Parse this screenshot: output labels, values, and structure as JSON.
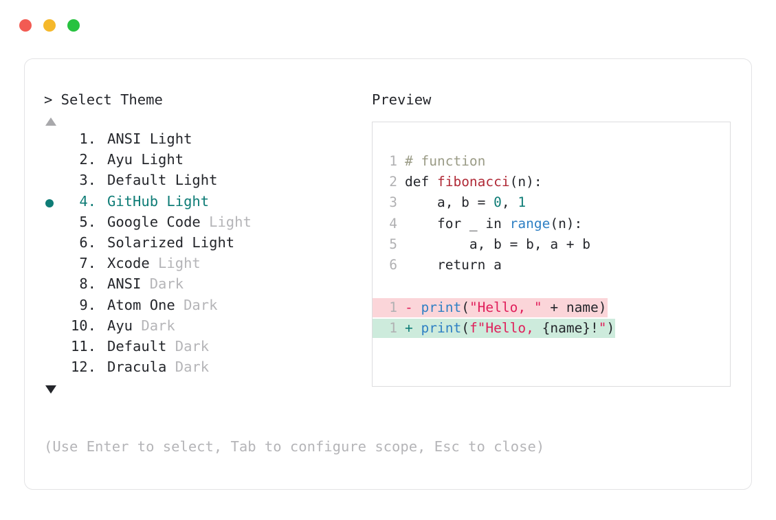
{
  "window": {
    "dots": [
      {
        "name": "close-dot",
        "color": "#f25b53"
      },
      {
        "name": "minimize-dot",
        "color": "#f5b82b"
      },
      {
        "name": "maximize-dot",
        "color": "#27c23f"
      }
    ]
  },
  "left": {
    "prompt": "> Select Theme",
    "scroll_up": "▲",
    "scroll_down": "▼",
    "themes": [
      {
        "bullet": "",
        "index": "1.",
        "name": "ANSI",
        "variant": " Light",
        "variant_dim": false,
        "selected": false
      },
      {
        "bullet": "",
        "index": "2.",
        "name": "Ayu",
        "variant": " Light",
        "variant_dim": false,
        "selected": false
      },
      {
        "bullet": "",
        "index": "3.",
        "name": "Default",
        "variant": " Light",
        "variant_dim": false,
        "selected": false
      },
      {
        "bullet": "●",
        "index": "4.",
        "name": "GitHub",
        "variant": " Light",
        "variant_dim": false,
        "selected": true
      },
      {
        "bullet": "",
        "index": "5.",
        "name": "Google Code",
        "variant": " Light",
        "variant_dim": true,
        "selected": false
      },
      {
        "bullet": "",
        "index": "6.",
        "name": "Solarized",
        "variant": " Light",
        "variant_dim": false,
        "selected": false
      },
      {
        "bullet": "",
        "index": "7.",
        "name": "Xcode",
        "variant": " Light",
        "variant_dim": true,
        "selected": false
      },
      {
        "bullet": "",
        "index": "8.",
        "name": "ANSI",
        "variant": " Dark",
        "variant_dim": true,
        "selected": false
      },
      {
        "bullet": "",
        "index": "9.",
        "name": "Atom One",
        "variant": " Dark",
        "variant_dim": true,
        "selected": false
      },
      {
        "bullet": "",
        "index": "10.",
        "name": "Ayu",
        "variant": " Dark",
        "variant_dim": true,
        "selected": false
      },
      {
        "bullet": "",
        "index": "11.",
        "name": "Default",
        "variant": " Dark",
        "variant_dim": true,
        "selected": false
      },
      {
        "bullet": "",
        "index": "12.",
        "name": "Dracula",
        "variant": " Dark",
        "variant_dim": true,
        "selected": false
      }
    ]
  },
  "right": {
    "title": "Preview",
    "code_lines": [
      {
        "ln": "1",
        "tokens": [
          {
            "t": "# function",
            "c": "comment"
          }
        ]
      },
      {
        "ln": "2",
        "tokens": [
          {
            "t": "def ",
            "c": "plain"
          },
          {
            "t": "fibonacci",
            "c": "fn"
          },
          {
            "t": "(n):",
            "c": "plain"
          }
        ]
      },
      {
        "ln": "3",
        "tokens": [
          {
            "t": "    a, b = ",
            "c": "plain"
          },
          {
            "t": "0",
            "c": "num"
          },
          {
            "t": ", ",
            "c": "plain"
          },
          {
            "t": "1",
            "c": "num"
          }
        ]
      },
      {
        "ln": "4",
        "tokens": [
          {
            "t": "    for _ in ",
            "c": "plain"
          },
          {
            "t": "range",
            "c": "builtin"
          },
          {
            "t": "(n):",
            "c": "plain"
          }
        ]
      },
      {
        "ln": "5",
        "tokens": [
          {
            "t": "        a, b = b, a + b",
            "c": "plain"
          }
        ]
      },
      {
        "ln": "6",
        "tokens": [
          {
            "t": "    return a",
            "c": "plain"
          }
        ]
      }
    ],
    "diff_lines": [
      {
        "kind": "del",
        "ln": "1",
        "marker": "-",
        "tokens": [
          {
            "t": "print",
            "c": "builtin"
          },
          {
            "t": "(",
            "c": "plain"
          },
          {
            "t": "\"Hello, \"",
            "c": "str"
          },
          {
            "t": " + name)",
            "c": "plain"
          }
        ]
      },
      {
        "kind": "add",
        "ln": "1",
        "marker": "+",
        "tokens": [
          {
            "t": "print",
            "c": "builtin"
          },
          {
            "t": "(",
            "c": "plain"
          },
          {
            "t": "f\"Hello, ",
            "c": "str"
          },
          {
            "t": "{name}!",
            "c": "plain"
          },
          {
            "t": "\"",
            "c": "str"
          },
          {
            "t": ")",
            "c": "plain"
          }
        ]
      }
    ]
  },
  "footer": {
    "hint": "(Use Enter to select, Tab to configure scope, Esc to close)"
  },
  "colors": {
    "accent_teal": "#0e7c76",
    "dim_gray": "#b5b5b8",
    "text": "#24262b",
    "diff_del_bg": "#fbd5d9",
    "diff_add_bg": "#cdebdc"
  }
}
